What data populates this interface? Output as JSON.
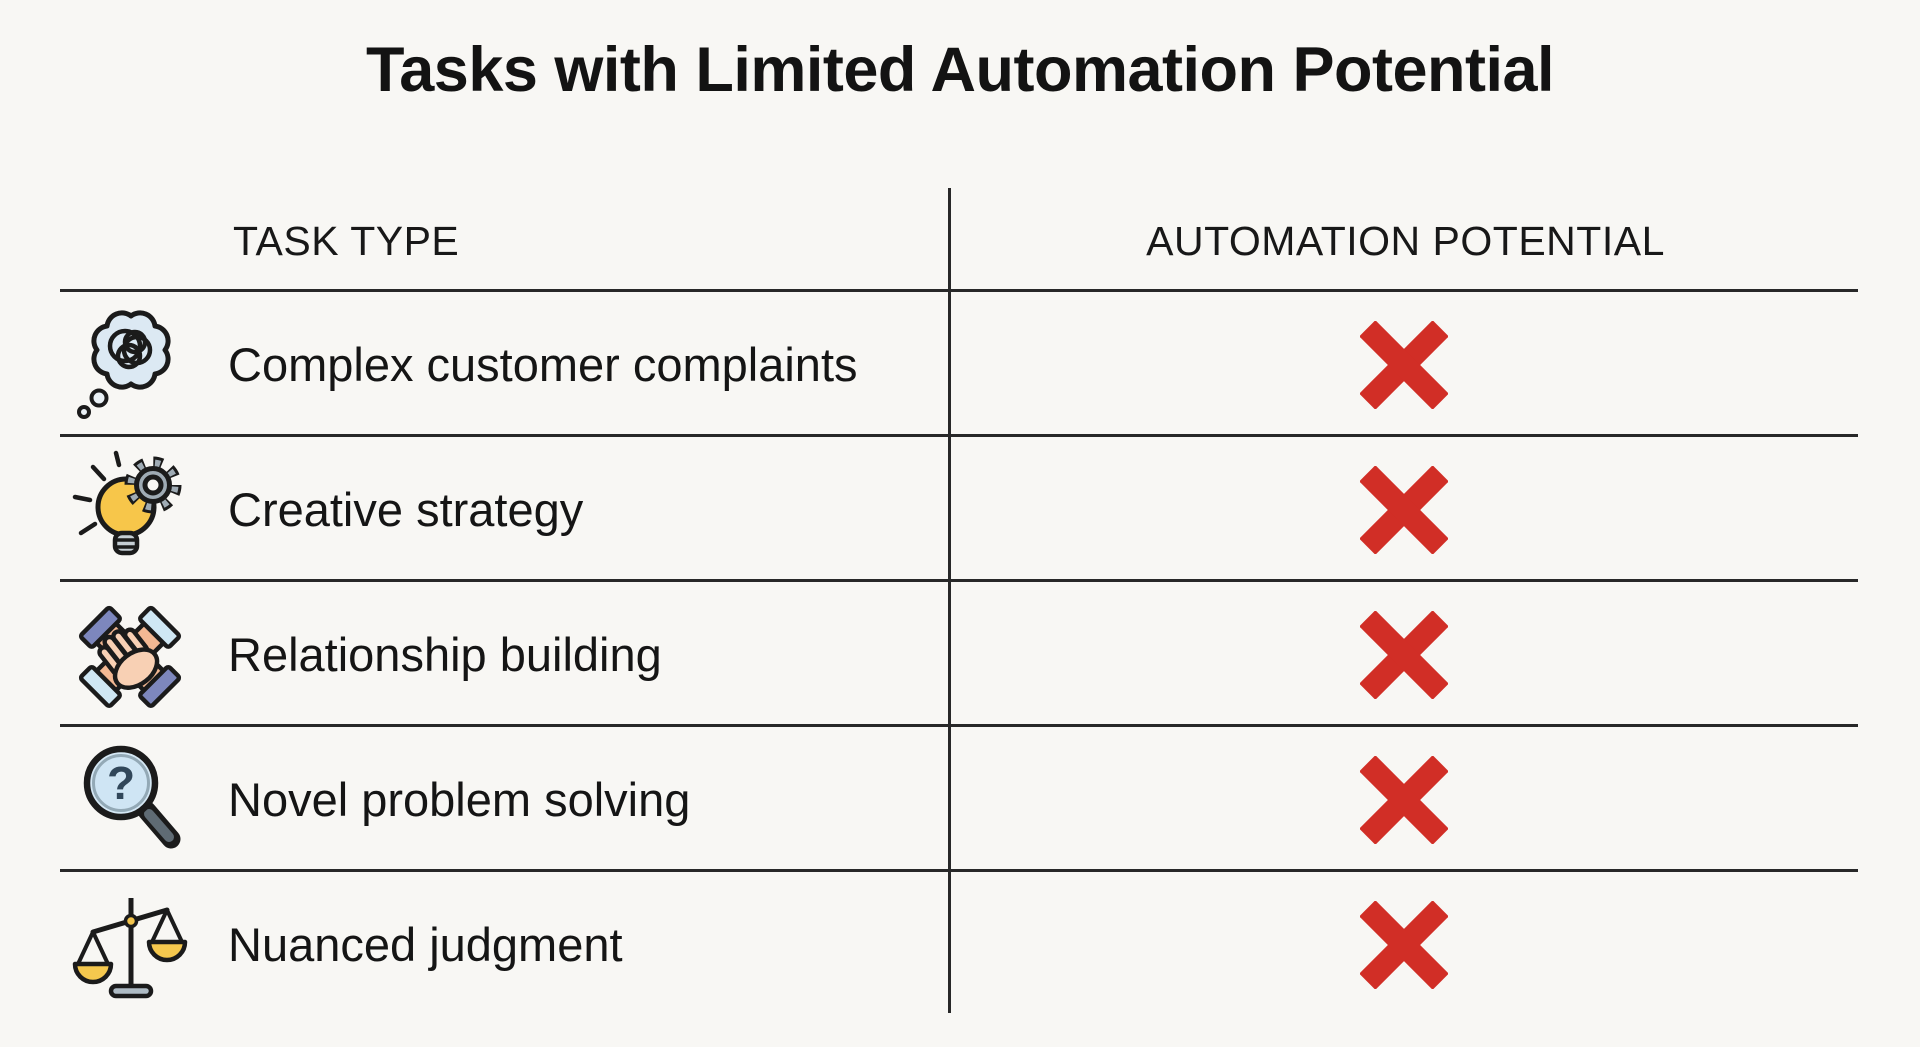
{
  "title": "Tasks with Limited Automation Potential",
  "table": {
    "headers": {
      "task_type": "TASK TYPE",
      "automation_potential": "AUTOMATION POTENTIAL"
    },
    "rows": [
      {
        "label": "Complex customer complaints",
        "icon": "tangled-thought-bubble-icon",
        "automation_potential": "✗"
      },
      {
        "label": "Creative strategy",
        "icon": "lightbulb-gear-icon",
        "automation_potential": "✗"
      },
      {
        "label": "Relationship building",
        "icon": "hands-together-icon",
        "automation_potential": "✗"
      },
      {
        "label": "Novel problem solving",
        "icon": "magnifier-question-icon",
        "automation_potential": "✗"
      },
      {
        "label": "Nuanced judgment",
        "icon": "balance-scale-icon",
        "automation_potential": "✗"
      }
    ]
  },
  "colors": {
    "background": "#f8f7f4",
    "text": "#161616",
    "divider_line": "#282828",
    "x_mark_red": "#d12e26",
    "thought_bubble_blue": "#dce9f3",
    "bulb_yellow": "#f7c64a",
    "gear_gray": "#9fabb4",
    "hand_skin": "#f3b893",
    "sleeve_dark_blue": "#7d87bd",
    "sleeve_light_blue": "#cfe7f4",
    "lens_blue": "#d5e8f5",
    "handle_gray": "#5f6b74",
    "pan_yellow": "#f5c84e",
    "base_gray": "#aebbc4"
  }
}
